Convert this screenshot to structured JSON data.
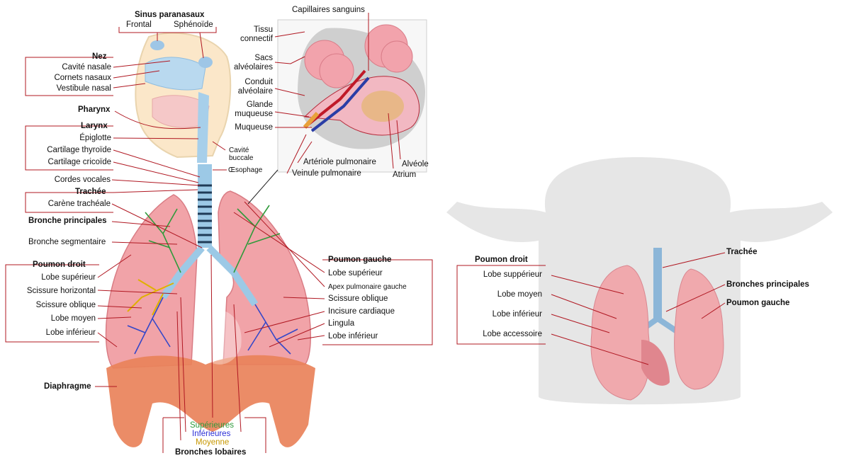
{
  "colors": {
    "lung": "#f1a3a8",
    "lung_dark": "#d96f78",
    "trachea": "#8cc0e0",
    "diaphragm": "#e9825a",
    "bronchi_upper": "#2f9a3a",
    "bronchi_lower": "#2b2fd6",
    "bronchi_middle": "#d8a400",
    "leader": "#b01822",
    "body_silhouette": "#e6e6e6"
  },
  "human": {
    "sinus": {
      "title": "Sinus paranasaux",
      "frontal": "Frontal",
      "sphenoid": "Sphénoïde"
    },
    "nose": {
      "title": "Nez",
      "items": [
        "Cavité nasale",
        "Cornets nasaux",
        "Vestibule nasal"
      ]
    },
    "pharynx": "Pharynx",
    "larynx": {
      "title": "Larynx",
      "items": [
        "Épiglotte",
        "Cartilage thyroïde",
        "Cartilage cricoïde"
      ]
    },
    "vocal_cords": "Cordes vocales",
    "trachea": {
      "title": "Trachée",
      "items": [
        "Carène trachéale"
      ]
    },
    "main_bronchi": "Bronche principales",
    "segmental_bronchus": "Bronche segmentaire",
    "right_lung": {
      "title": "Poumon droit",
      "items": [
        "Lobe supérieur",
        "Scissure horizontal",
        "Scissure oblique",
        "Lobe moyen",
        "Lobe inférieur"
      ]
    },
    "diaphragm": "Diaphragme",
    "mouth": {
      "line1": "Cavité",
      "line2": "buccale"
    },
    "esophagus": "Œsophage",
    "left_lung": {
      "title": "Poumon gauche",
      "items": [
        "Lobe supérieur",
        "Apex pulmonaire gauche",
        "Scissure oblique",
        "Incisure cardiaque",
        "Lingula",
        "Lobe inférieur"
      ]
    },
    "lobar_bronchi": {
      "title": "Bronches lobaires",
      "upper": "Supérieures",
      "lower": "Inférieures",
      "middle": "Moyenne"
    },
    "inset": {
      "capillaries": "Capillaires sanguins",
      "connective": {
        "line1": "Tissu",
        "line2": "connectif"
      },
      "sacs": {
        "line1": "Sacs",
        "line2": "alvéolaires"
      },
      "duct": {
        "line1": "Conduit",
        "line2": "alvéolaire"
      },
      "gland": {
        "line1": "Glande",
        "line2": "muqueuse"
      },
      "mucosa": "Muqueuse",
      "arteriole": "Artériole pulmonaire",
      "venule": "Veinule pulmonaire",
      "alveolus": "Alvéole",
      "atrium": "Atrium"
    }
  },
  "mouse": {
    "right_lung": {
      "title": "Poumon droit",
      "items": [
        "Lobe suppérieur",
        "Lobe moyen",
        "Lobe inférieur",
        "Lobe accessoire"
      ]
    },
    "trachea": "Trachée",
    "main_bronchi": "Bronches principales",
    "left_lung": "Poumon gauche"
  }
}
